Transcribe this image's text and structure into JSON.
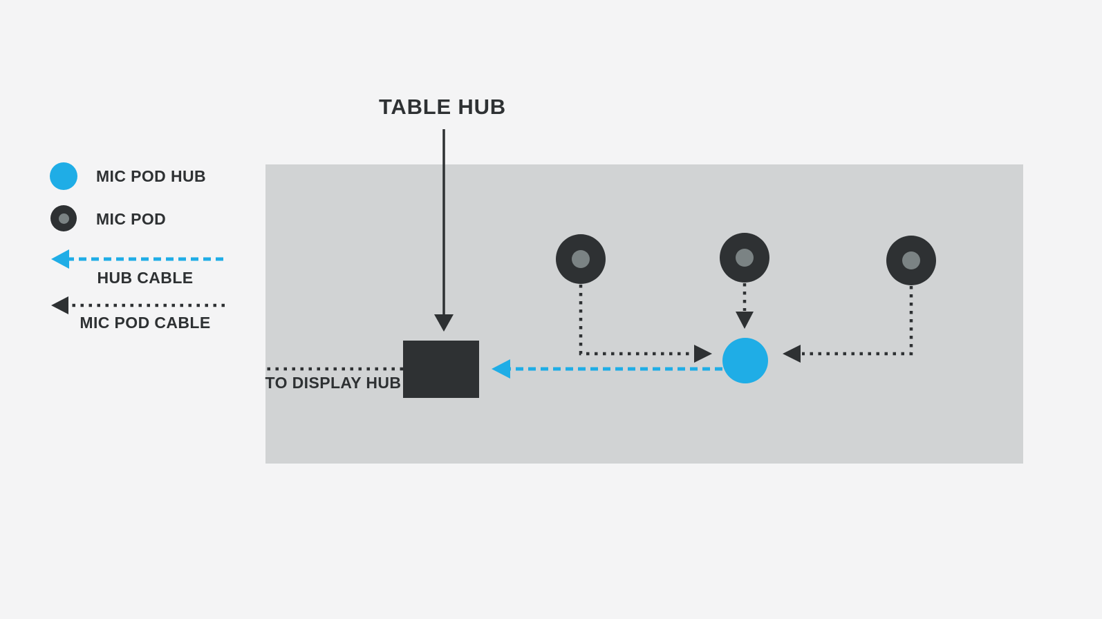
{
  "colors": {
    "background": "#f4f4f5",
    "table_surface": "#d1d3d4",
    "dark": "#2e3133",
    "pod_inner": "#7b8384",
    "blue": "#1fade6"
  },
  "legend": {
    "items": [
      {
        "icon": "mic-pod-hub-icon",
        "label": "MIC POD HUB"
      },
      {
        "icon": "mic-pod-icon",
        "label": "MIC POD"
      },
      {
        "icon": "hub-cable-arrow-icon",
        "label": "HUB CABLE"
      },
      {
        "icon": "mic-pod-cable-arrow-icon",
        "label": "MIC POD CABLE"
      }
    ]
  },
  "diagram": {
    "title": "TABLE HUB",
    "to_display_label": "TO DISPLAY HUB",
    "mic_pod_count": 3
  }
}
